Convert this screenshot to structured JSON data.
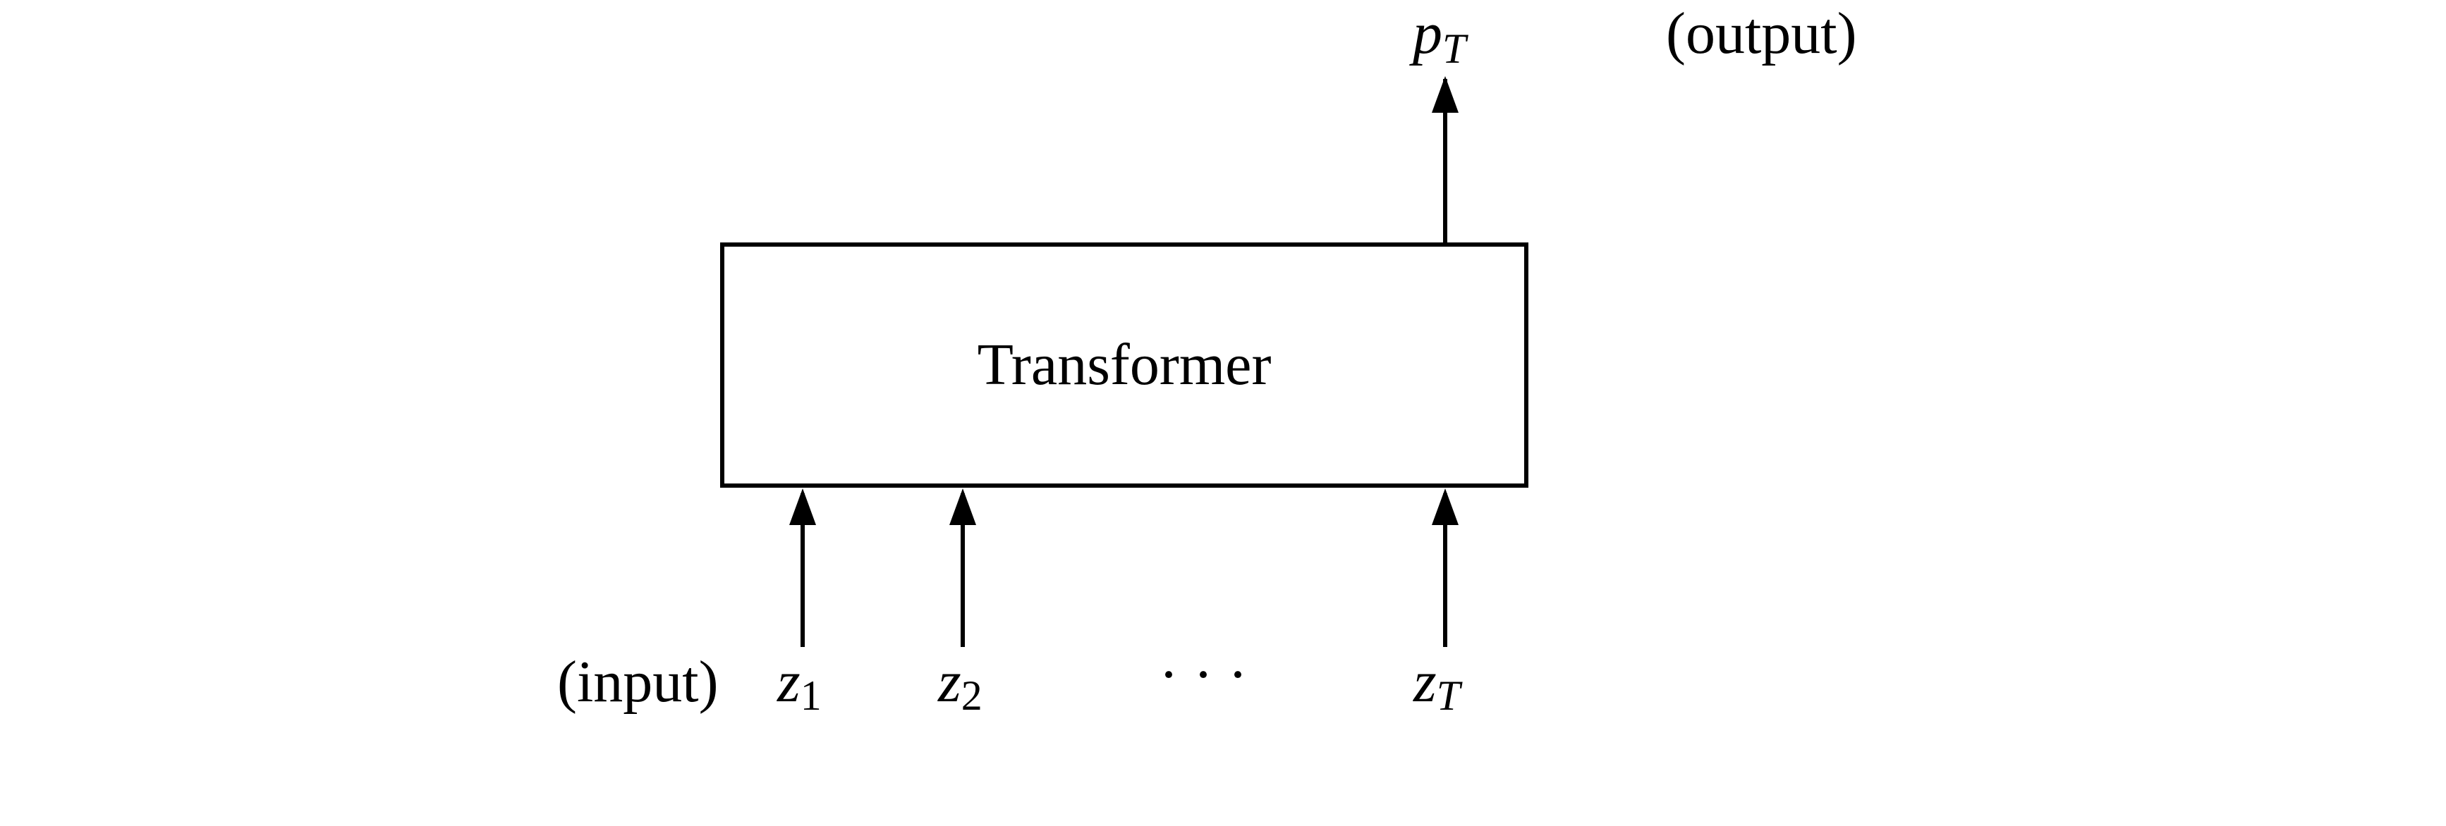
{
  "diagram": {
    "block_label": "Transformer",
    "output_tag": "(output)",
    "input_tag": "(input)",
    "output": {
      "base": "p",
      "sub": "T"
    },
    "inputs": [
      {
        "base": "z",
        "sub": "1"
      },
      {
        "base": "z",
        "sub": "2"
      },
      {
        "base": "z",
        "sub": "T"
      }
    ],
    "ellipsis": "· · ·",
    "colors": {
      "stroke": "#000000",
      "background": "#ffffff"
    }
  }
}
